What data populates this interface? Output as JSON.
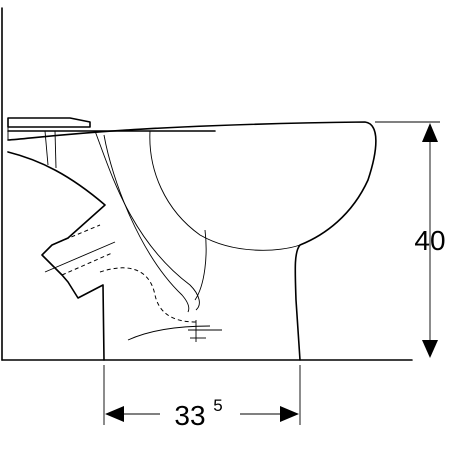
{
  "dimensions": {
    "height_label": "40",
    "width_label_main": "33",
    "width_label_sup": "5"
  }
}
